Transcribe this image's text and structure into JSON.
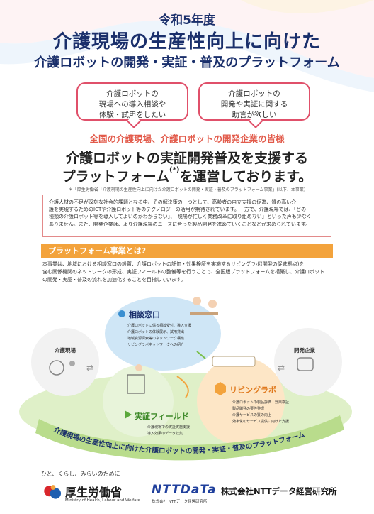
{
  "header": {
    "year": "令和5年度",
    "title": "介護現場の生産性向上に向けた",
    "subtitle": "介護ロボットの開発・実証・普及のプラットフォーム"
  },
  "bubbles": [
    {
      "line1": "介護ロボットの",
      "line2": "現場への導入相談や",
      "line3": "体験・試用をしたい"
    },
    {
      "line1": "介護ロボットの",
      "line2": "開発や実証に関する",
      "line3": "助言が欲しい"
    }
  ],
  "target_text": "全国の介護現場、介護ロボットの開発企業の皆様",
  "lead": {
    "line1": "介護ロボットの実証開発普及を支援する",
    "line2a": "プラットフォーム",
    "line2_sup": "(*)",
    "line2b": "を運営しております。"
  },
  "footnote": "＊「厚生労働省「介護現場の生産性向上に向けた介護ロボットの開発・実証・普及のプラットフォーム事業」(以下、本事業)",
  "intro": {
    "l1": "介護人材の不足が深刻な社会的課題となる中、その解決策の一つとして、高齢者の自立支援の促進、質の高い介",
    "l2": "護を実現するためのICTや介護ロボット等のテクノロジーの活用が期待されています。一方で、介護現場では、「どの",
    "l3": "種類の介護ロボット等を導入してよいのかわからない」、「現場が忙しく業務改革に取り組めない」といった声も少なく",
    "l4": "ありません。また、開発企業は、より介護現場のニーズに合った製品開発を進めていくことなどが求められています。"
  },
  "section": {
    "title": "プラットフォーム事業とは?",
    "l1": "本事業は、地域における相談窓口の設置、介護ロボットの評価・効果検証を実施するリビングラボ(開発の促進拠点)を",
    "l2": "含む関係機関のネットワークの形成、実証フィールドの整備等を行うことで、全国版プラットフォームを構築し、介護ロボット",
    "l3": "の開発・実証・普及の流れを加速化することを目指しています。"
  },
  "diagram": {
    "consult_title": "相談窓口",
    "consult_items": [
      "介護ロボットに係る相談受付、導入支援",
      "介護ロボットの体験展示、試用貸出",
      "地域資源探索等のネットワーク構築",
      "リビングラボネットワークへの紹介"
    ],
    "care_site": "介護現場",
    "developer": "開発企業",
    "livinglab_title": "リビングラボ",
    "livinglab_items": [
      "介護ロボットの製品評価・効果検証",
      "製品開発の要件整理",
      "介護サービスの質の向上・",
      "効率化のサービス提供に向けた支援"
    ],
    "field_title": "実証フィールド",
    "field_items": [
      "介護現場での実証実施支援",
      "導入効果のデータ収集"
    ],
    "ribbon_text": "介護現場の生産性向上に向けた介護ロボットの開発・実証・普及のプラットフォーム"
  },
  "footer": {
    "tagline": "ひと、くらし、みらいのために",
    "mhlw_name": "厚生労働省",
    "mhlw_en": "Ministry of Health, Labour and Welfare",
    "ntt_logo": "NTTDaTa",
    "ntt_small": "株式会社 NTTデータ経営研究所",
    "ntt_name": "株式会社NTTデータ経営研究所"
  },
  "colors": {
    "navy": "#1a2f6b",
    "pink": "#e0506a",
    "orange": "#f3a33c",
    "blue_circle": "#bfe0f4",
    "green_band": "#c8e6a8",
    "ntt_blue": "#1f3f9c"
  },
  "icons": [
    "person-icon",
    "arrow-left-right-icon",
    "robot-icon",
    "hexagon-icon",
    "green-triangle-icon"
  ]
}
